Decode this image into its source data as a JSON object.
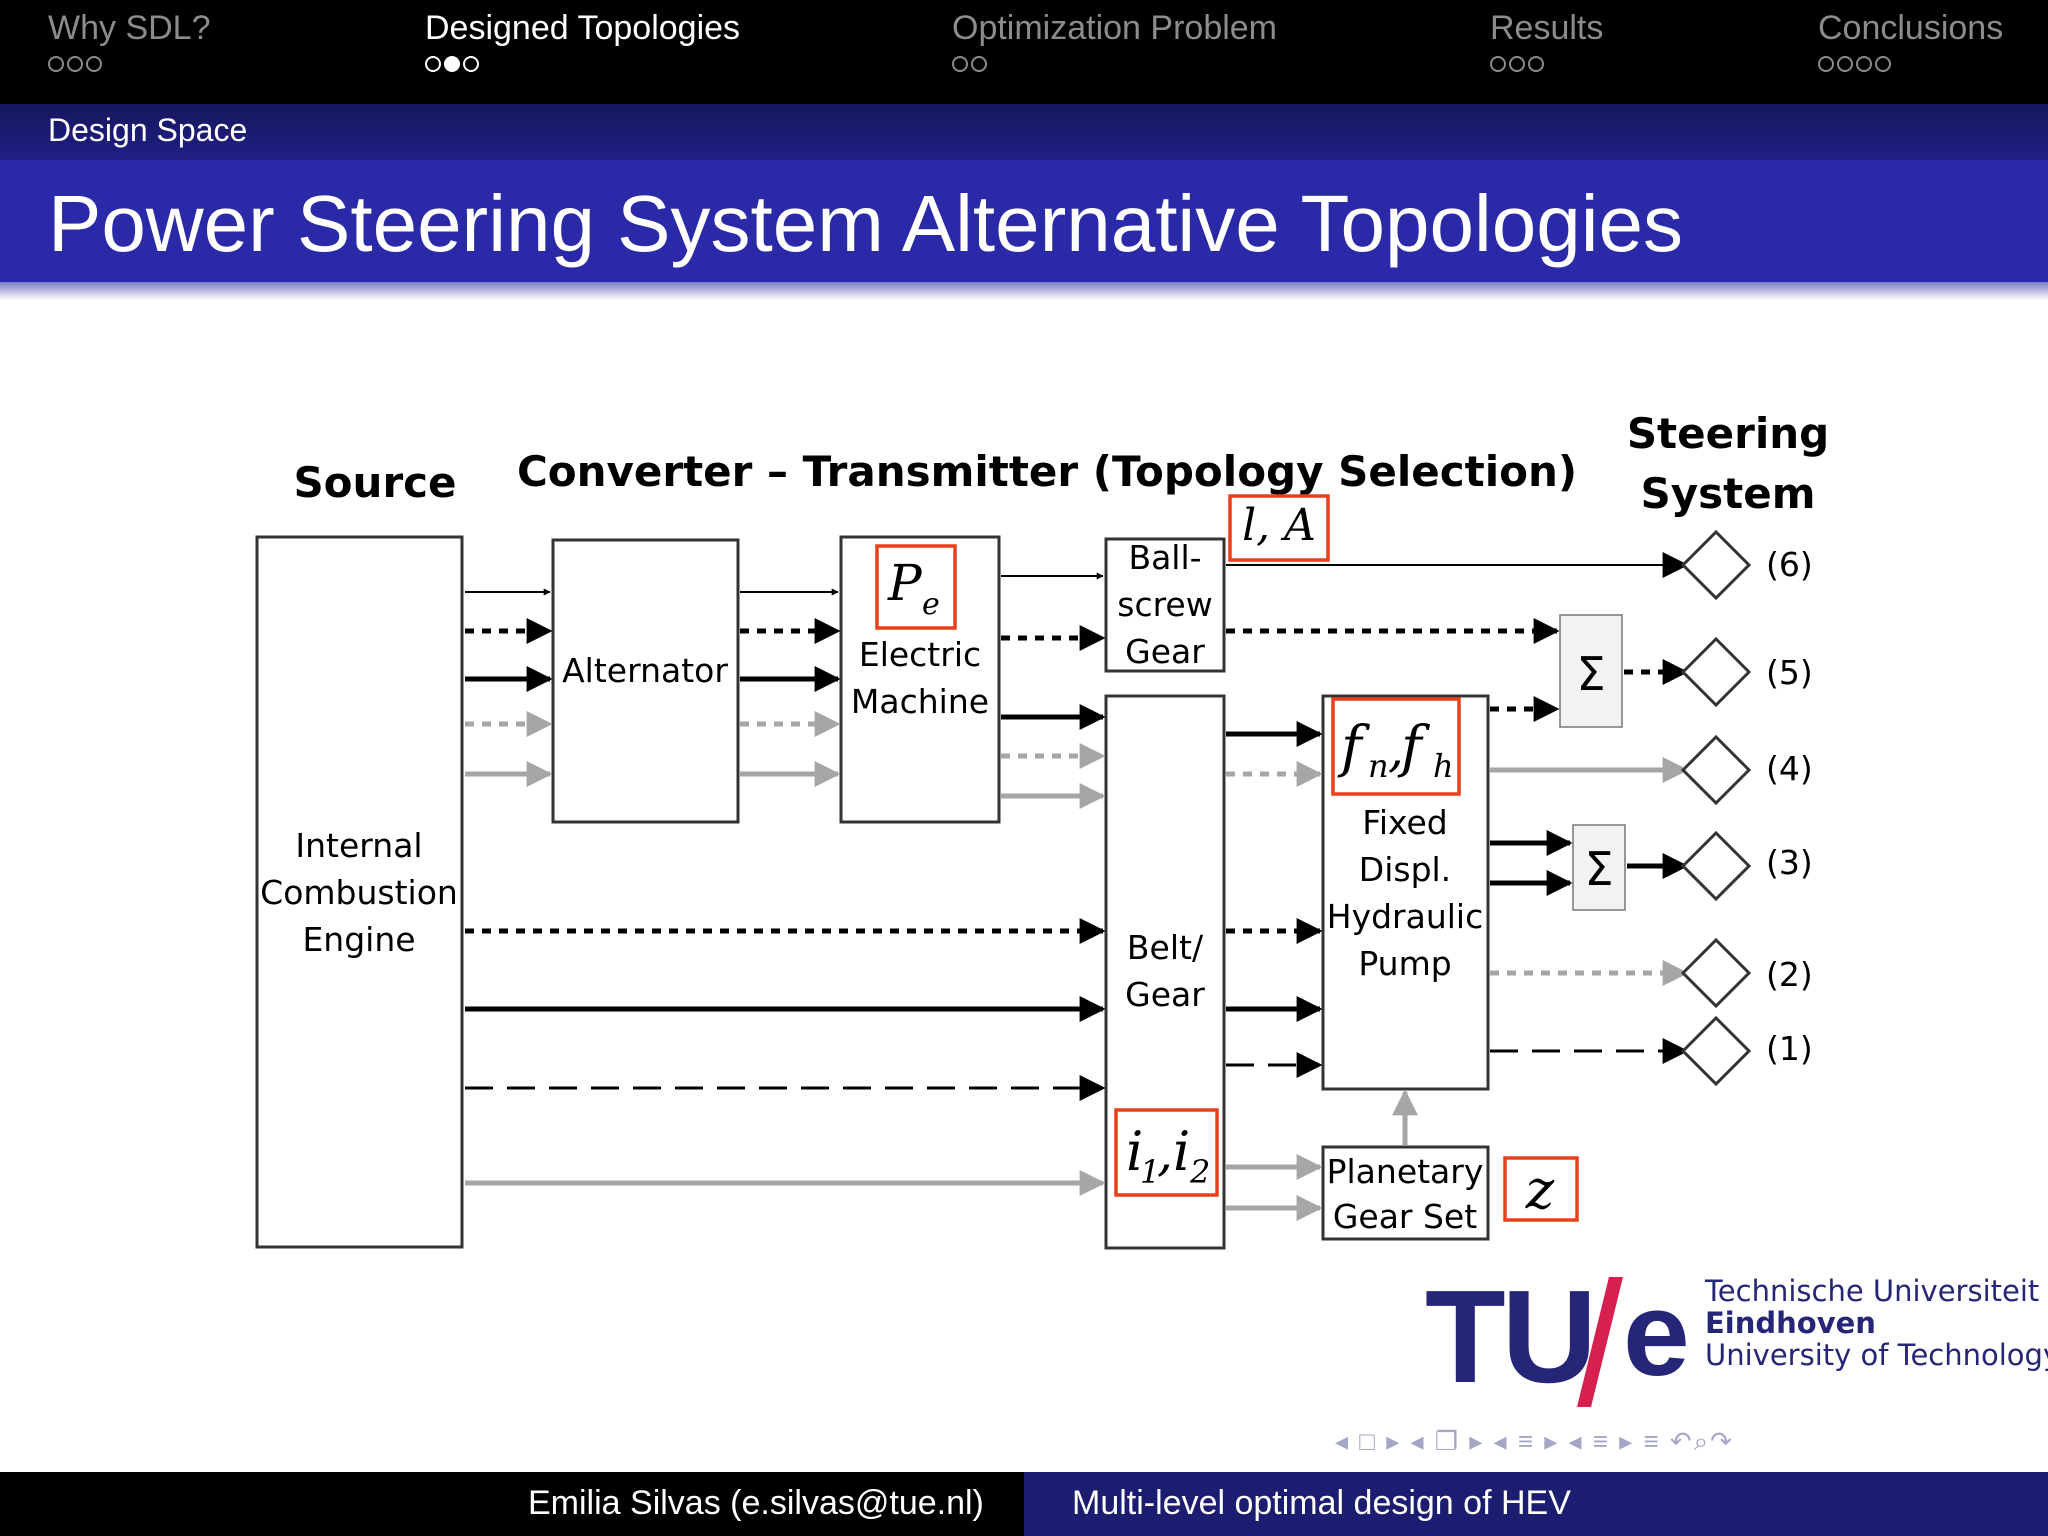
{
  "nav": [
    {
      "title": "Why SDL?",
      "dots": 3,
      "current": -1
    },
    {
      "title": "Designed Topologies",
      "dots": 3,
      "current": 1
    },
    {
      "title": "Optimization Problem",
      "dots": 2,
      "current": -1
    },
    {
      "title": "Results",
      "dots": 3,
      "current": -1
    },
    {
      "title": "Conclusions",
      "dots": 4,
      "current": -1
    }
  ],
  "section_title": "Design Space",
  "frame_title": "Power Steering System Alternative Topologies",
  "diagram": {
    "headers": {
      "source": "Source",
      "converter": "Converter – Transmitter (Topology Selection)",
      "steering_line1": "Steering",
      "steering_line2": "System"
    },
    "blocks": {
      "engine": [
        "Internal",
        "Combustion",
        "Engine"
      ],
      "alternator": "Alternator",
      "electric_machine": [
        "Electric",
        "Machine"
      ],
      "ballscrew": [
        "Ball-",
        "screw",
        "Gear"
      ],
      "belt_gear": [
        "Belt/",
        "Gear"
      ],
      "pump": [
        "Fixed",
        "Displ.",
        "Hydraulic",
        "Pump"
      ],
      "planetary": [
        "Planetary",
        "Gear Set"
      ]
    },
    "variables": {
      "pe_main": "P",
      "pe_sub": "e",
      "la": "l, A",
      "fn_f1": "f",
      "fn_n": "n",
      "fn_comma": ",",
      "fn_f2": "f",
      "fn_h": "h",
      "i_1": "i",
      "i_1sub": "1",
      "i_comma": ",",
      "i_2": "i",
      "i_2sub": "2",
      "z": "z"
    },
    "sum_symbol": "Σ",
    "outputs": [
      "(6)",
      "(5)",
      "(4)",
      "(3)",
      "(2)",
      "(1)"
    ]
  },
  "logo": {
    "tu": "TU",
    "e": "e",
    "line1": "Technische Universiteit",
    "line2": "Eindhoven",
    "line3": "University of Technology"
  },
  "nav_symbols": "◂ □ ▸ ◂ ❐ ▸ ◂ ≡ ▸ ◂ ≡ ▸   ≡   ↶⌕↷",
  "footer": {
    "author": "Emilia Silvas (e.silvas@tue.nl)",
    "talk": "Multi-level optimal design of HEV"
  },
  "colors": {
    "nav_bg": "#000000",
    "section_bar": "#1f1f86",
    "title_bar": "#2a2aa8",
    "highlight_box": "#e8401c",
    "gray_arrow": "#a6a6a6",
    "tue_blue": "#262678",
    "tue_red": "#d6204f"
  }
}
